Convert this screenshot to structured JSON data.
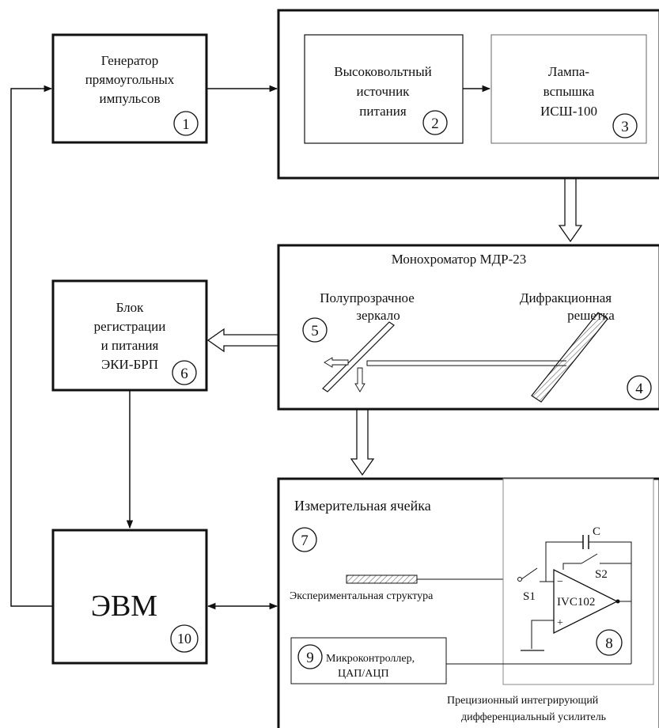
{
  "blocks": {
    "generator": {
      "lines": [
        "Генератор",
        "прямоугольных",
        "импульсов"
      ],
      "num": "1"
    },
    "hv_source": {
      "lines": [
        "Высоковольтный",
        "источник",
        "питания"
      ],
      "num": "2"
    },
    "lamp": {
      "lines": [
        "Лампа-",
        "вспышка",
        "ИСШ-100"
      ],
      "num": "3"
    },
    "monochromator": {
      "title": "Монохроматор МДР-23",
      "num": "4"
    },
    "mirror": {
      "lines": [
        "Полупрозрачное",
        "зеркало"
      ],
      "num": "5"
    },
    "grating": {
      "lines": [
        "Дифракционная",
        "решетка"
      ]
    },
    "registration": {
      "lines": [
        "Блок",
        "регистрации",
        "и питания",
        "ЭКИ-БРП"
      ],
      "num": "6"
    },
    "cell": {
      "title": "Измерительная ячейка",
      "num": "7"
    },
    "structure": {
      "label": "Экспериментальная структура"
    },
    "amplifier": {
      "label": "IVC102",
      "num": "8",
      "caption": [
        "Прецизионный интегрирующий",
        "дифференциальный усилитель"
      ],
      "s1": "S1",
      "s2": "S2",
      "c": "C",
      "minus": "−",
      "plus": "+"
    },
    "mcu": {
      "lines": [
        "Микроконтроллер,",
        "ЦАП/АЦП"
      ],
      "num": "9"
    },
    "computer": {
      "label": "ЭВМ",
      "num": "10"
    }
  }
}
